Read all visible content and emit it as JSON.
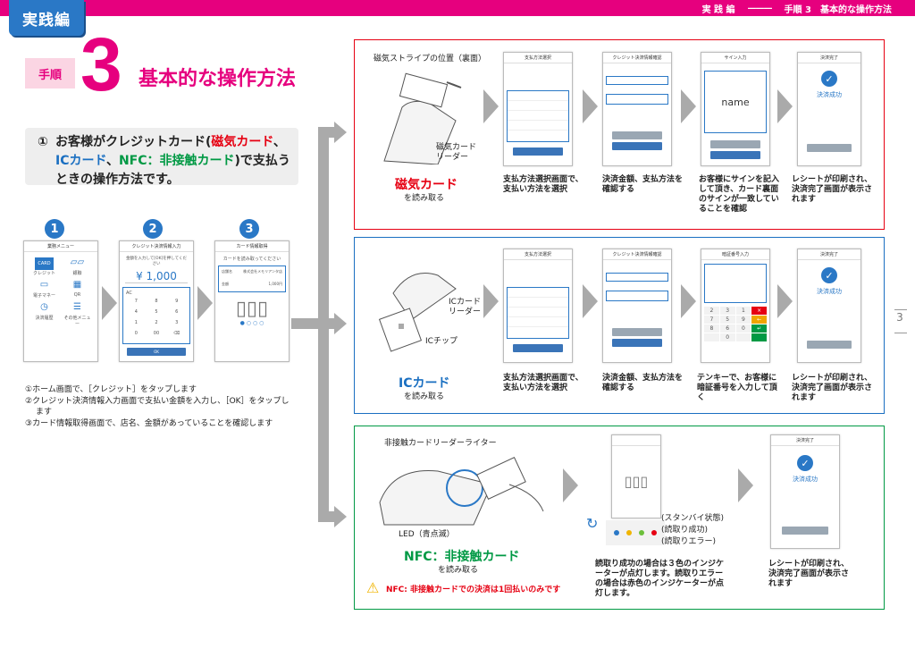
{
  "header": {
    "section": "実 践 編",
    "sep": "———",
    "step": "手順 3　基本的な操作方法"
  },
  "tag": "実践編",
  "step": {
    "badge": "手順",
    "num": "3",
    "title": "基本的な操作方法"
  },
  "intro": {
    "n": "①",
    "a": "お客様がクレジットカード(",
    "magnetic": "磁気カード",
    "c1": "、",
    "ic": "ICカード",
    "c2": "、",
    "nfc": "NFC：非接触カード",
    "b": ")で支払うときの操作方法です。"
  },
  "steps": {
    "n1": "1",
    "n2": "2",
    "n3": "3",
    "p1": {
      "head": "業務メニュー",
      "i1": "クレジット",
      "i2": "銀聯",
      "i3": "電子マネー",
      "i4": "QR",
      "i5": "決済履歴",
      "i6": "その他メニュー",
      "card": "CARD"
    },
    "p2": {
      "head": "クレジット決済情報入力",
      "sub": "金額を入力して[OK]を押してください",
      "amount": "¥ 1,000",
      "ac": "AC",
      "ok": "OK"
    },
    "p3": {
      "head": "カード情報取得",
      "sub": "カードを読み取ってください",
      "shop": "店舗名",
      "shopv": "株式会社メモリアンタ店",
      "amt": "金額",
      "amtv": "1,000円"
    }
  },
  "notes": [
    "①ホーム画面で、［クレジット］をタップします",
    "②クレジット決済情報入力画面で支払い金額を入力し、［OK］をタップします",
    "③カード情報取得画面で、店名、金額があっていることを確認します"
  ],
  "red": {
    "stripe": "磁気ストライプの位置（裏面）",
    "reader": "磁気カードリーダー",
    "title": "磁気カード",
    "sub": "を読み取る",
    "c1": "支払方法選択画面で、支払い方法を選択",
    "c2": "決済金額、支払方法を確認する",
    "c3": "お客様にサインを記入して頂き、カード裏面のサインが一致していることを確認",
    "c4": "レシートが印刷され、決済完了画面が表示されます",
    "s1": "支払方法選択",
    "s2": "クレジット決済情報確認",
    "s3": "サイン入力",
    "s4": "決済完了",
    "name": "name",
    "success": "決済成功"
  },
  "blue": {
    "reader": "ICカードリーダー",
    "chip": "ICチップ",
    "title": "ICカード",
    "sub": "を読み取る",
    "c1": "支払方法選択画面で、支払い方法を選択",
    "c2": "決済金額、支払方法を確認する",
    "c3": "テンキーで、お客様に暗証番号を入力して頂く",
    "c4": "レシートが印刷され、決済完了画面が表示されます",
    "s3": "暗証番号入力",
    "success": "決済成功"
  },
  "green": {
    "reader": "非接触カードリーダーライター",
    "led": "LED（青点滅）",
    "title": "NFC：非接触カード",
    "sub": "を読み取る",
    "warn": "NFC: 非接触カードでの決済は1回払いのみです",
    "standby": "(スタンバイ状態)",
    "ok": "(読取り成功)",
    "err": "(読取りエラー)",
    "c2": "読取り成功の場合は３色のインジケーターが点灯します。読取りエラーの場合は赤色のインジケーターが点灯します。",
    "c4": "レシートが印刷され、決済完了画面が表示されます",
    "s4": "決済完了",
    "success": "決済成功"
  },
  "page": "3"
}
